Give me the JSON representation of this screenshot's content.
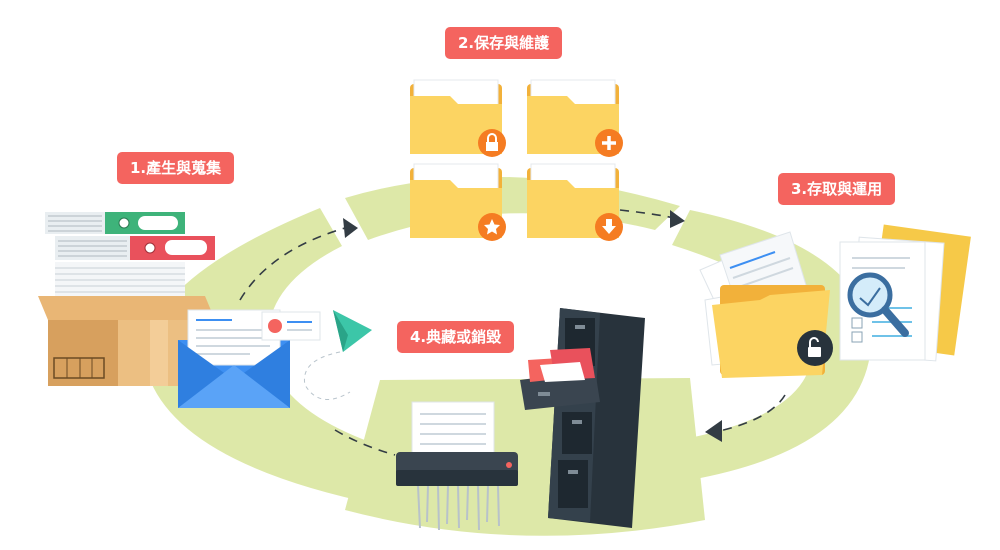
{
  "stages": [
    {
      "label": "1.產生與蒐集"
    },
    {
      "label": "2.保存與維護"
    },
    {
      "label": "3.存取與運用"
    },
    {
      "label": "4.典藏或銷毀"
    }
  ],
  "colors": {
    "ring": "#dde8a8",
    "badge": "#f4645f",
    "badge_text": "#ffffff",
    "folder": "#fcd462",
    "folder_back": "#f2b13a",
    "icon_orange": "#f57c22",
    "cabinet": "#28333c",
    "envelope": "#3d8ff2",
    "plane": "#3cc6a8"
  },
  "icons": {
    "folder_1": "lock-icon",
    "folder_2": "plus-icon",
    "folder_3": "star-icon",
    "folder_4": "download-icon",
    "stage3_badge": "unlock-icon",
    "stage3_doc": "magnifier-icon"
  }
}
